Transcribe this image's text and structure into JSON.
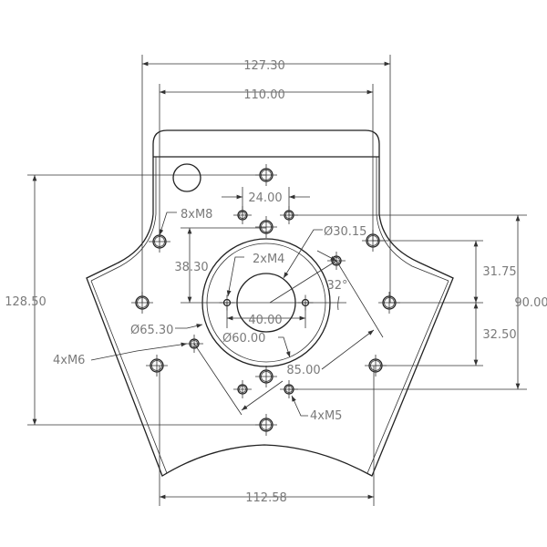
{
  "drawing": {
    "line_color": "#222222",
    "text_color": "#7a7a7a",
    "dimensions": {
      "overall_width": "127.30",
      "inner_width": "110.00",
      "center_holes_spacing": "24.00",
      "overall_height": "128.50",
      "right_height": "90.00",
      "upper_right_offset": "31.75",
      "lower_right_offset": "32.50",
      "center_offset": "38.30",
      "m4_spacing": "40.00",
      "bottom_width": "112.58",
      "diagonal": "85.00",
      "angle": "32°"
    },
    "callouts": {
      "m8": "8xM8",
      "m4": "2xM4",
      "m6": "4xM6",
      "m5": "4xM5",
      "bore_dia": "Ø30.15",
      "outer_ring_dia": "Ø65.30",
      "inner_ring_dia": "Ø60.00"
    }
  }
}
